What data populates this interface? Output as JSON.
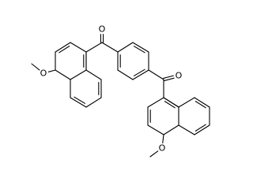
{
  "molecule": {
    "atoms": {
      "carbonyl_oxygen_top": "O",
      "carbonyl_oxygen_bottom": "O",
      "methoxy_oxygen_top": "O",
      "methoxy_oxygen_bottom": "O"
    }
  },
  "colors": {
    "bond": "#000000",
    "background": "#ffffff"
  }
}
